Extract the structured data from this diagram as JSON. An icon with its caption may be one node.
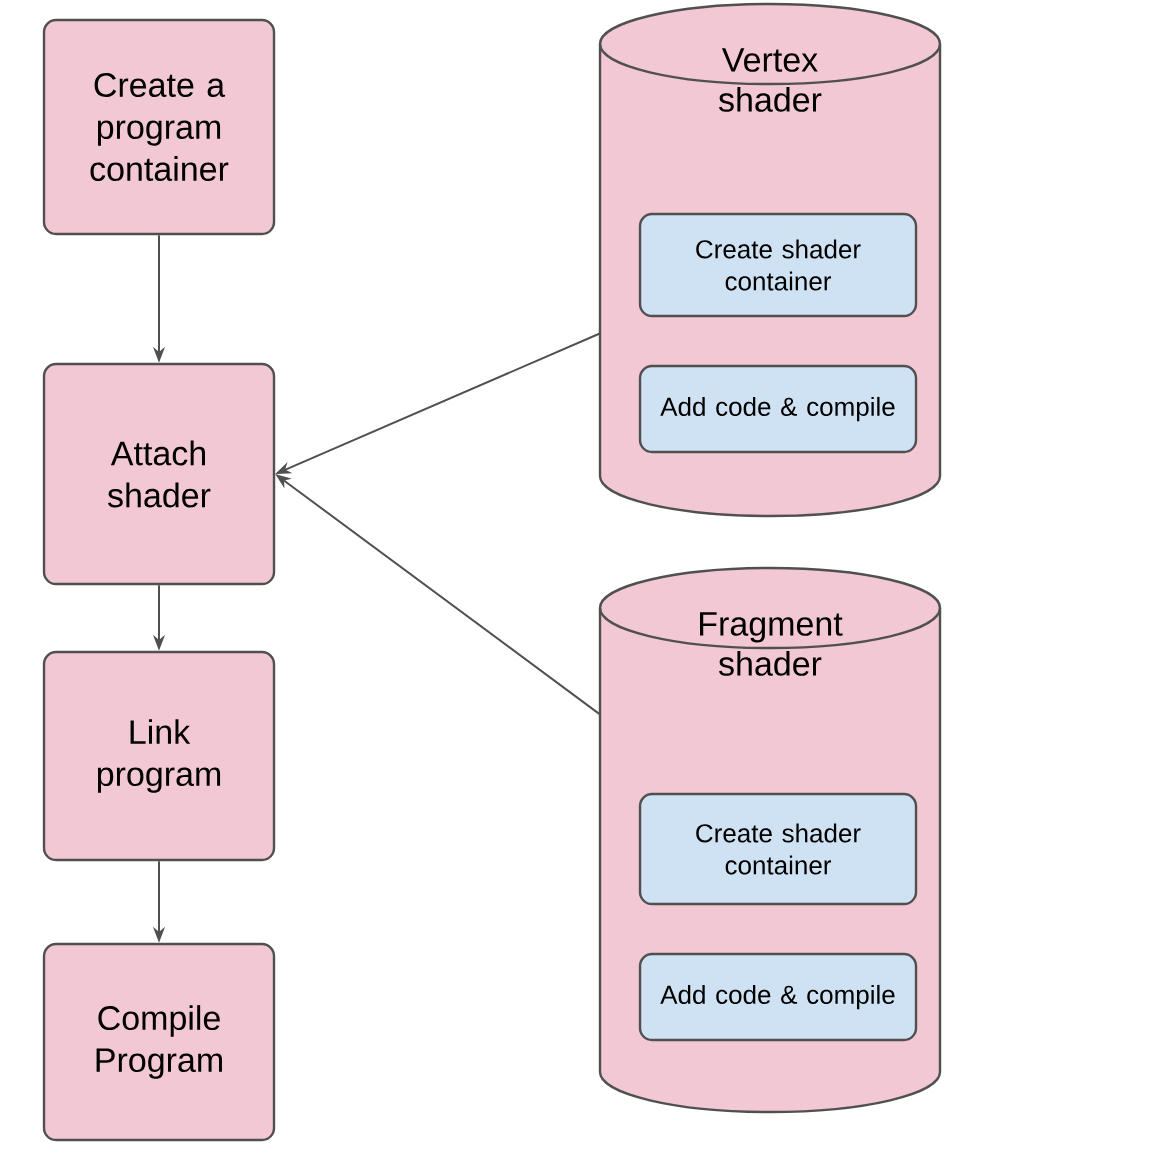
{
  "diagram": {
    "nodes": [
      {
        "text": [
          "Create a program container"
        ]
      },
      {
        "text": [
          "Attach shader"
        ]
      },
      {
        "text": [
          "Link program"
        ]
      },
      {
        "text": [
          "Compile Program"
        ]
      },
      {
        "text": [
          "Vertex shader"
        ]
      },
      {
        "text": [
          "Create shader container"
        ],
        "in": 4
      },
      {
        "text": [
          "Add code & compile"
        ],
        "in": 4
      },
      {
        "text": [
          "Fragment shader"
        ]
      },
      {
        "text": [
          "Create shader container"
        ],
        "in": 7
      },
      {
        "text": [
          "Add code & compile"
        ],
        "in": 7
      }
    ],
    "edges": [
      {
        "from": 0,
        "to": 1,
        "arrow": "to"
      },
      {
        "from": 1,
        "to": 2,
        "arrow": "to"
      },
      {
        "from": 2,
        "to": 3,
        "arrow": "to"
      },
      {
        "from": 4,
        "to": 1,
        "arrow": "to"
      },
      {
        "from": 7,
        "to": 1,
        "arrow": "to"
      }
    ]
  }
}
